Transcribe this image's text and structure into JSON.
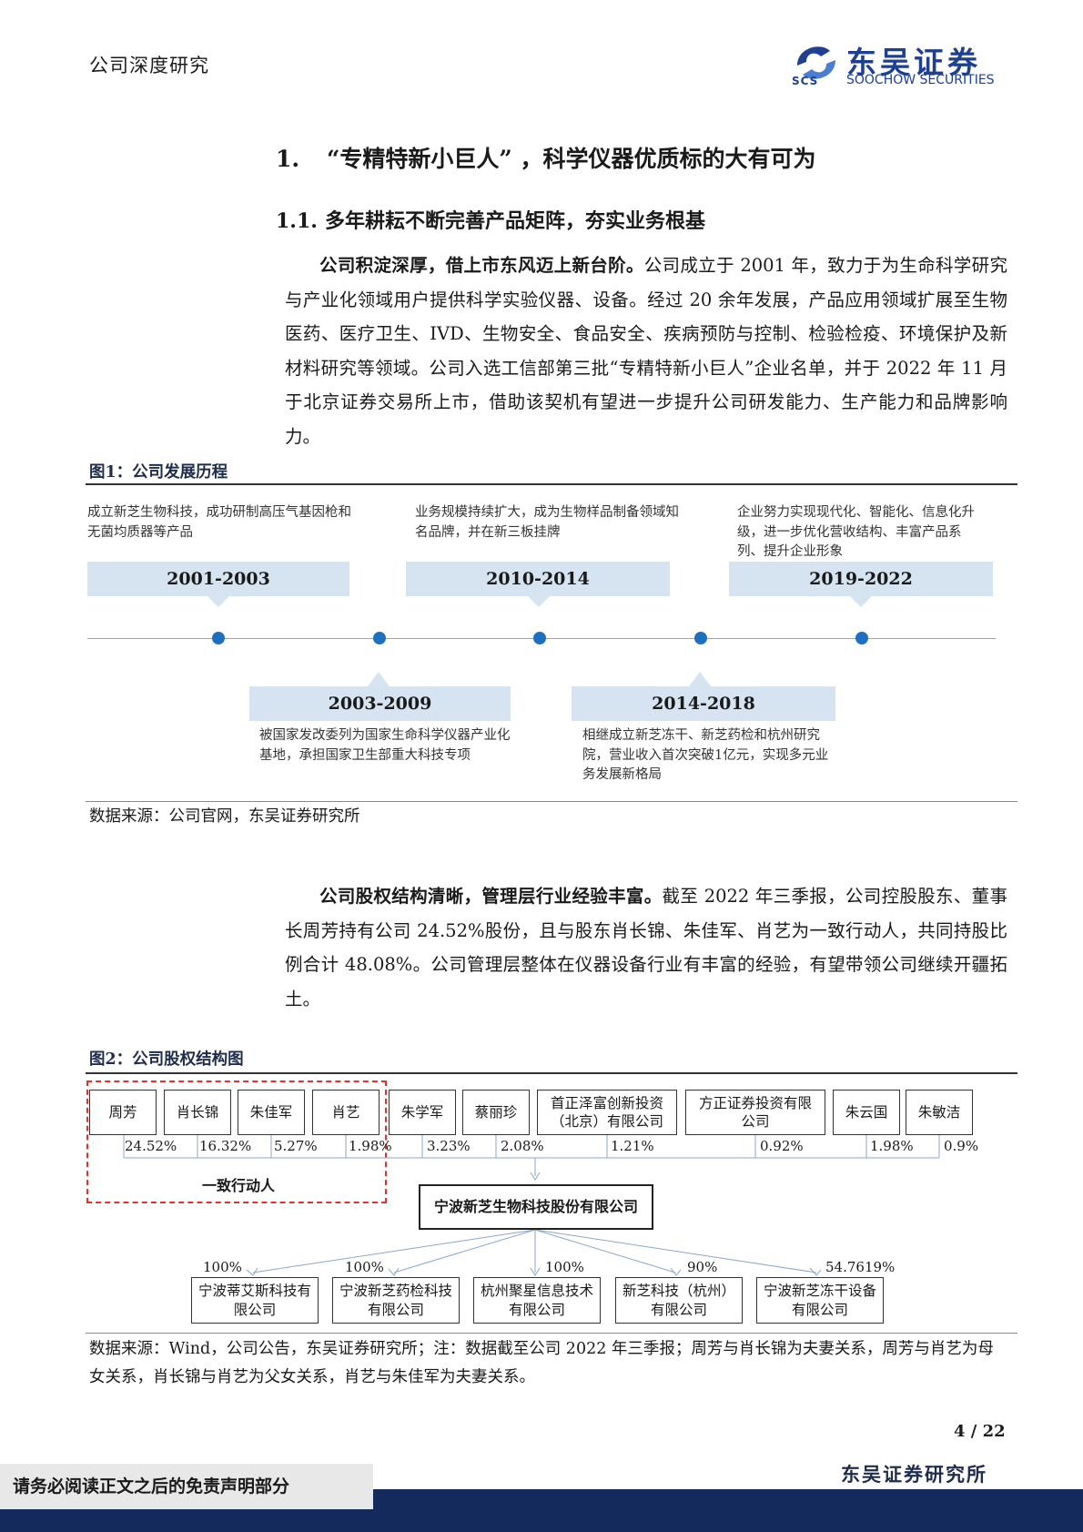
{
  "header": {
    "left_label": "公司深度研究",
    "logo_cn": "东吴证券",
    "logo_en": "SOOCHOW SECURITIES",
    "logo_mark": "SCS"
  },
  "section1": {
    "num": "1.",
    "title": "“专精特新小巨人” ，科学仪器优质标的大有可为"
  },
  "section11": {
    "num": "1.1.",
    "title": "多年耕耘不断完善产品矩阵，夯实业务根基"
  },
  "para1": {
    "bold": "公司积淀深厚，借上市东风迈上新台阶。",
    "text": "公司成立于 2001 年，致力于为生命科学研究与产业化领域用户提供科学实验仪器、设备。经过 20 余年发展，产品应用领域扩展至生物医药、医疗卫生、IVD、生物安全、食品安全、疾病预防与控制、检验检疫、环境保护及新材料研究等领域。公司入选工信部第三批“专精特新小巨人”企业名单，并于 2022 年 11 月于北京证券交易所上市，借助该契机有望进一步提升公司研发能力、生产能力和品牌影响力。"
  },
  "fig1": {
    "title": "图1：公司发展历程",
    "top": [
      {
        "period": "2001-2003",
        "desc": "成立新芝生物科技，成功研制高压气基因枪和无菌均质器等产品"
      },
      {
        "period": "2010-2014",
        "desc": "业务规模持续扩大，成为生物样品制备领域知名品牌，并在新三板挂牌"
      },
      {
        "period": "2019-2022",
        "desc": "企业努力实现现代化、智能化、信息化升级，进一步优化营收结构、丰富产品系列、提升企业形象"
      }
    ],
    "bottom": [
      {
        "period": "2003-2009",
        "desc": "被国家发改委列为国家生命科学仪器产业化基地，承担国家卫生部重大科技专项"
      },
      {
        "period": "2014-2018",
        "desc": "相继成立新芝冻干、新芝药检和杭州研究院，营业收入首次突破1亿元，实现多元业务发展新格局"
      }
    ],
    "source": "数据来源：公司官网，东吴证券研究所"
  },
  "para2": {
    "bold": "公司股权结构清晰，管理层行业经验丰富。",
    "text": "截至 2022 年三季报，公司控股股东、董事长周芳持有公司 24.52%股份，且与股东肖长锦、朱佳军、肖艺为一致行动人，共同持股比例合计 48.08%。公司管理层整体在仪器设备行业有丰富的经验，有望带领公司继续开疆拓土。"
  },
  "fig2": {
    "title": "图2：公司股权结构图",
    "shareholders": [
      {
        "name": "周芳",
        "pct": "24.52%"
      },
      {
        "name": "肖长锦",
        "pct": "16.32%"
      },
      {
        "name": "朱佳军",
        "pct": "5.27%"
      },
      {
        "name": "肖艺",
        "pct": "1.98%"
      },
      {
        "name": "朱学军",
        "pct": "3.23%"
      },
      {
        "name": "蔡丽珍",
        "pct": "2.08%"
      },
      {
        "name": "首正泽富创新投资（北京）有限公司",
        "pct": "1.21%"
      },
      {
        "name": "方正证券投资有限公司",
        "pct": "0.92%"
      },
      {
        "name": "朱云国",
        "pct": "1.98%"
      },
      {
        "name": "朱敏洁",
        "pct": "0.9%"
      }
    ],
    "concert_label": "一致行动人",
    "company": "宁波新芝生物科技股份有限公司",
    "subsidiaries": [
      {
        "name": "宁波蒂艾斯科技有限公司",
        "pct": "100%"
      },
      {
        "name": "宁波新芝药检科技有限公司",
        "pct": "100%"
      },
      {
        "name": "杭州聚星信息技术有限公司",
        "pct": "100%"
      },
      {
        "name": "新芝科技（杭州）有限公司",
        "pct": "90%"
      },
      {
        "name": "宁波新芝冻干设备有限公司",
        "pct": "54.7619%"
      }
    ],
    "source": "数据来源：Wind，公司公告，东吴证券研究所；注：数据截至公司 2022 年三季报；周芳与肖长锦为夫妻关系，周芳与肖艺为母女关系，肖长锦与肖艺为父女关系，肖艺与朱佳军为夫妻关系。"
  },
  "footer": {
    "page": "4 / 22",
    "right": "东吴证券研究所",
    "left": "请务必阅读正文之后的免责声明部分"
  },
  "colors": {
    "brand": "#1f3f91",
    "timeline_box": "#d6e3f0",
    "timeline_dot": "#1e6fbf",
    "footer_band": "#142a5c",
    "concert_border": "#e03030"
  }
}
